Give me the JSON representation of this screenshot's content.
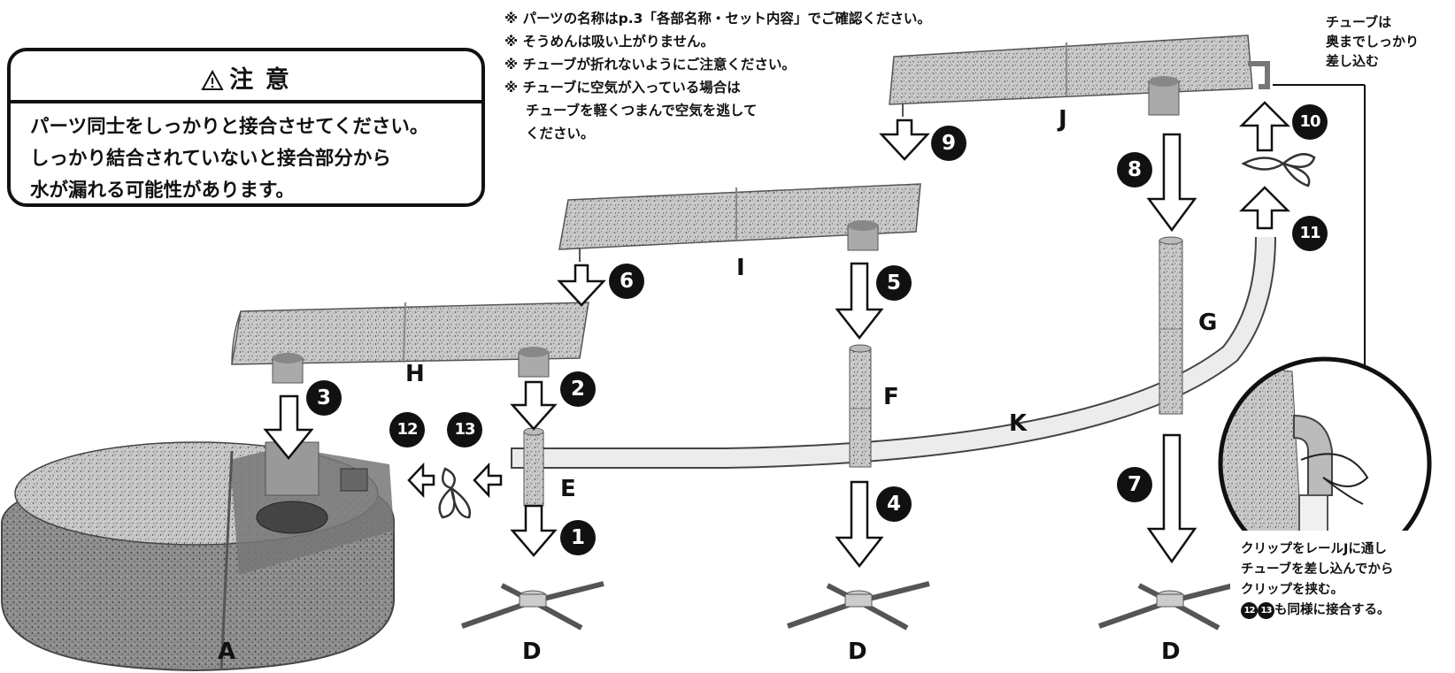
{
  "caution": {
    "title": "注 意",
    "lines": [
      "パーツ同士をしっかりと接合させてください。",
      "しっかり結合されていないと接合部分から",
      "水が漏れる可能性があります。"
    ]
  },
  "notes": [
    "※ パーツの名称はp.3「各部名称・セット内容」でご確認ください。",
    "※ そうめんは吸い上がりません。",
    "※ チューブが折れないようにご注意ください。",
    "※ チューブに空気が入っている場合は",
    "チューブを軽くつまんで空気を逃して",
    "ください。"
  ],
  "tube_note": [
    "チューブは",
    "奥までしっかり",
    "差し込む"
  ],
  "clip_note": [
    "クリップをレールJに通し",
    "チューブを差し込んでから",
    "クリップを挟む。",
    "も同様に接合する。"
  ],
  "clip_note_steps": [
    "12",
    "13"
  ],
  "parts": {
    "A": "A",
    "D1": "D",
    "D2": "D",
    "D3": "D",
    "E": "E",
    "F": "F",
    "G": "G",
    "H": "H",
    "I": "I",
    "J": "J",
    "K": "K"
  },
  "steps": {
    "s1": "1",
    "s2": "2",
    "s3": "3",
    "s4": "4",
    "s5": "5",
    "s6": "6",
    "s7": "7",
    "s8": "8",
    "s9": "9",
    "s10": "10",
    "s11": "11",
    "s12": "12",
    "s13": "13"
  },
  "icons": [
    "warning-triangle-icon",
    "arrow-down-icon",
    "arrow-up-icon",
    "arrow-left-icon",
    "clip-icon"
  ]
}
